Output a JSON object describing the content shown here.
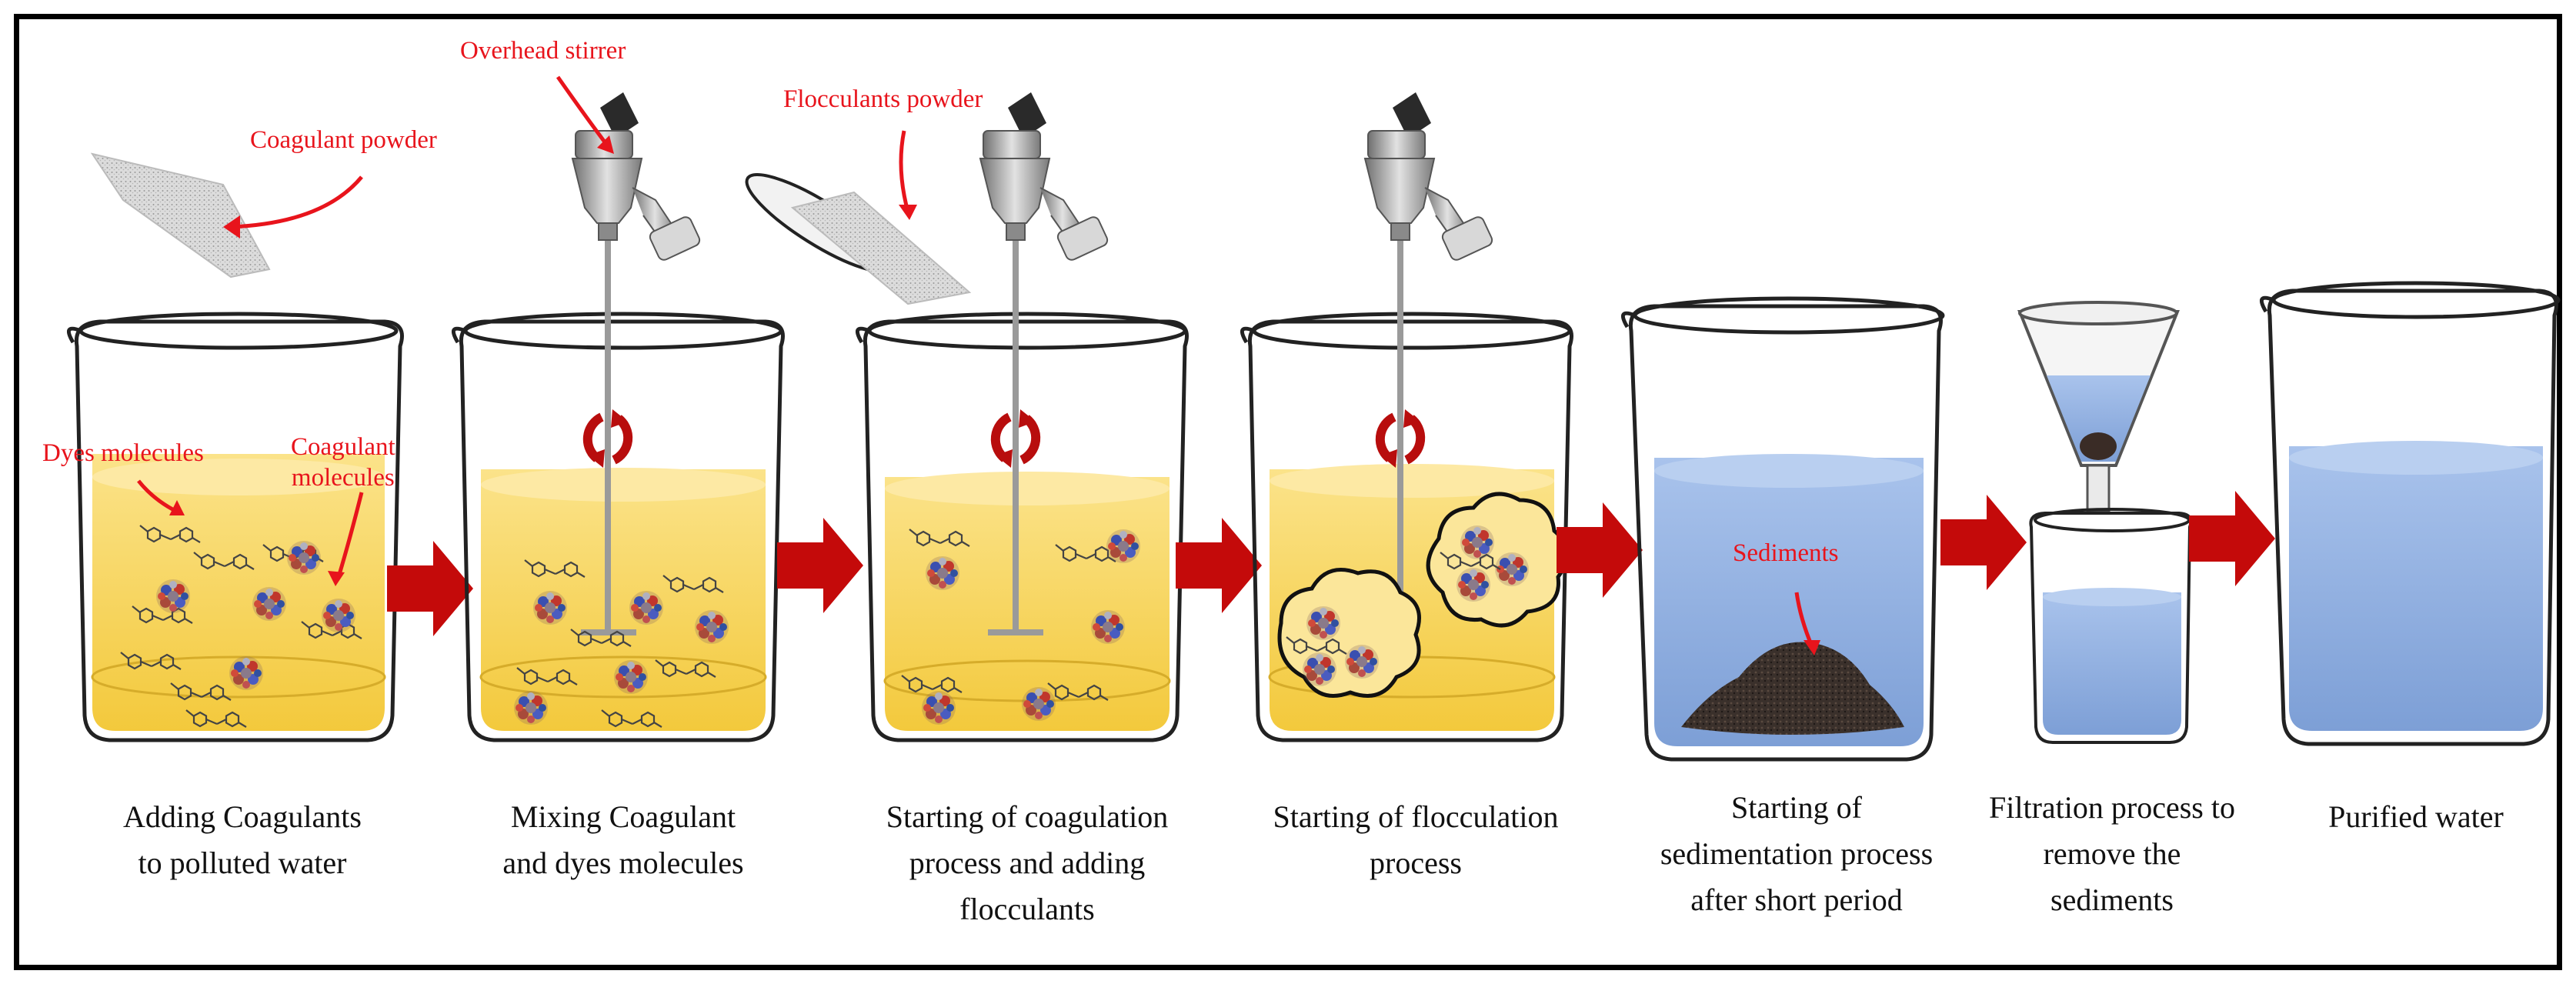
{
  "labels": {
    "coagulant_powder": "Coagulant powder",
    "overhead_stirrer": "Overhead stirrer",
    "flocculants_powder": "Flocculants powder",
    "dyes_molecules": "Dyes molecules",
    "coagulant_molecules_1": "Coagulant",
    "coagulant_molecules_2": "molecules",
    "sediments": "Sediments"
  },
  "steps": [
    {
      "line1": "Adding Coagulants",
      "line2": "to polluted water",
      "line3": ""
    },
    {
      "line1": "Mixing Coagulant",
      "line2": "and dyes molecules",
      "line3": ""
    },
    {
      "line1": "Starting of coagulation",
      "line2": "process and adding",
      "line3": "flocculants"
    },
    {
      "line1": "Starting of flocculation",
      "line2": "process",
      "line3": ""
    },
    {
      "line1": "Starting of",
      "line2": "sedimentation process",
      "line3": "after short period"
    },
    {
      "line1": "Filtration process to",
      "line2": "remove the",
      "line3": "sediments"
    },
    {
      "line1": "Purified water",
      "line2": "",
      "line3": ""
    }
  ],
  "colors": {
    "polluted_water": "#f8d660",
    "clean_water": "#8fb0e0",
    "arrow": "#c40a0a",
    "annotation": "#e8141c",
    "frame": "#000000"
  },
  "icons": [
    "beaker-icon",
    "stirrer-icon",
    "rotation-arrows-icon",
    "process-arrow-icon",
    "funnel-icon",
    "sediment-pile-icon",
    "floc-cluster-icon",
    "dye-molecule-icon",
    "coagulant-particle-icon",
    "powder-icon",
    "watch-glass-icon"
  ]
}
